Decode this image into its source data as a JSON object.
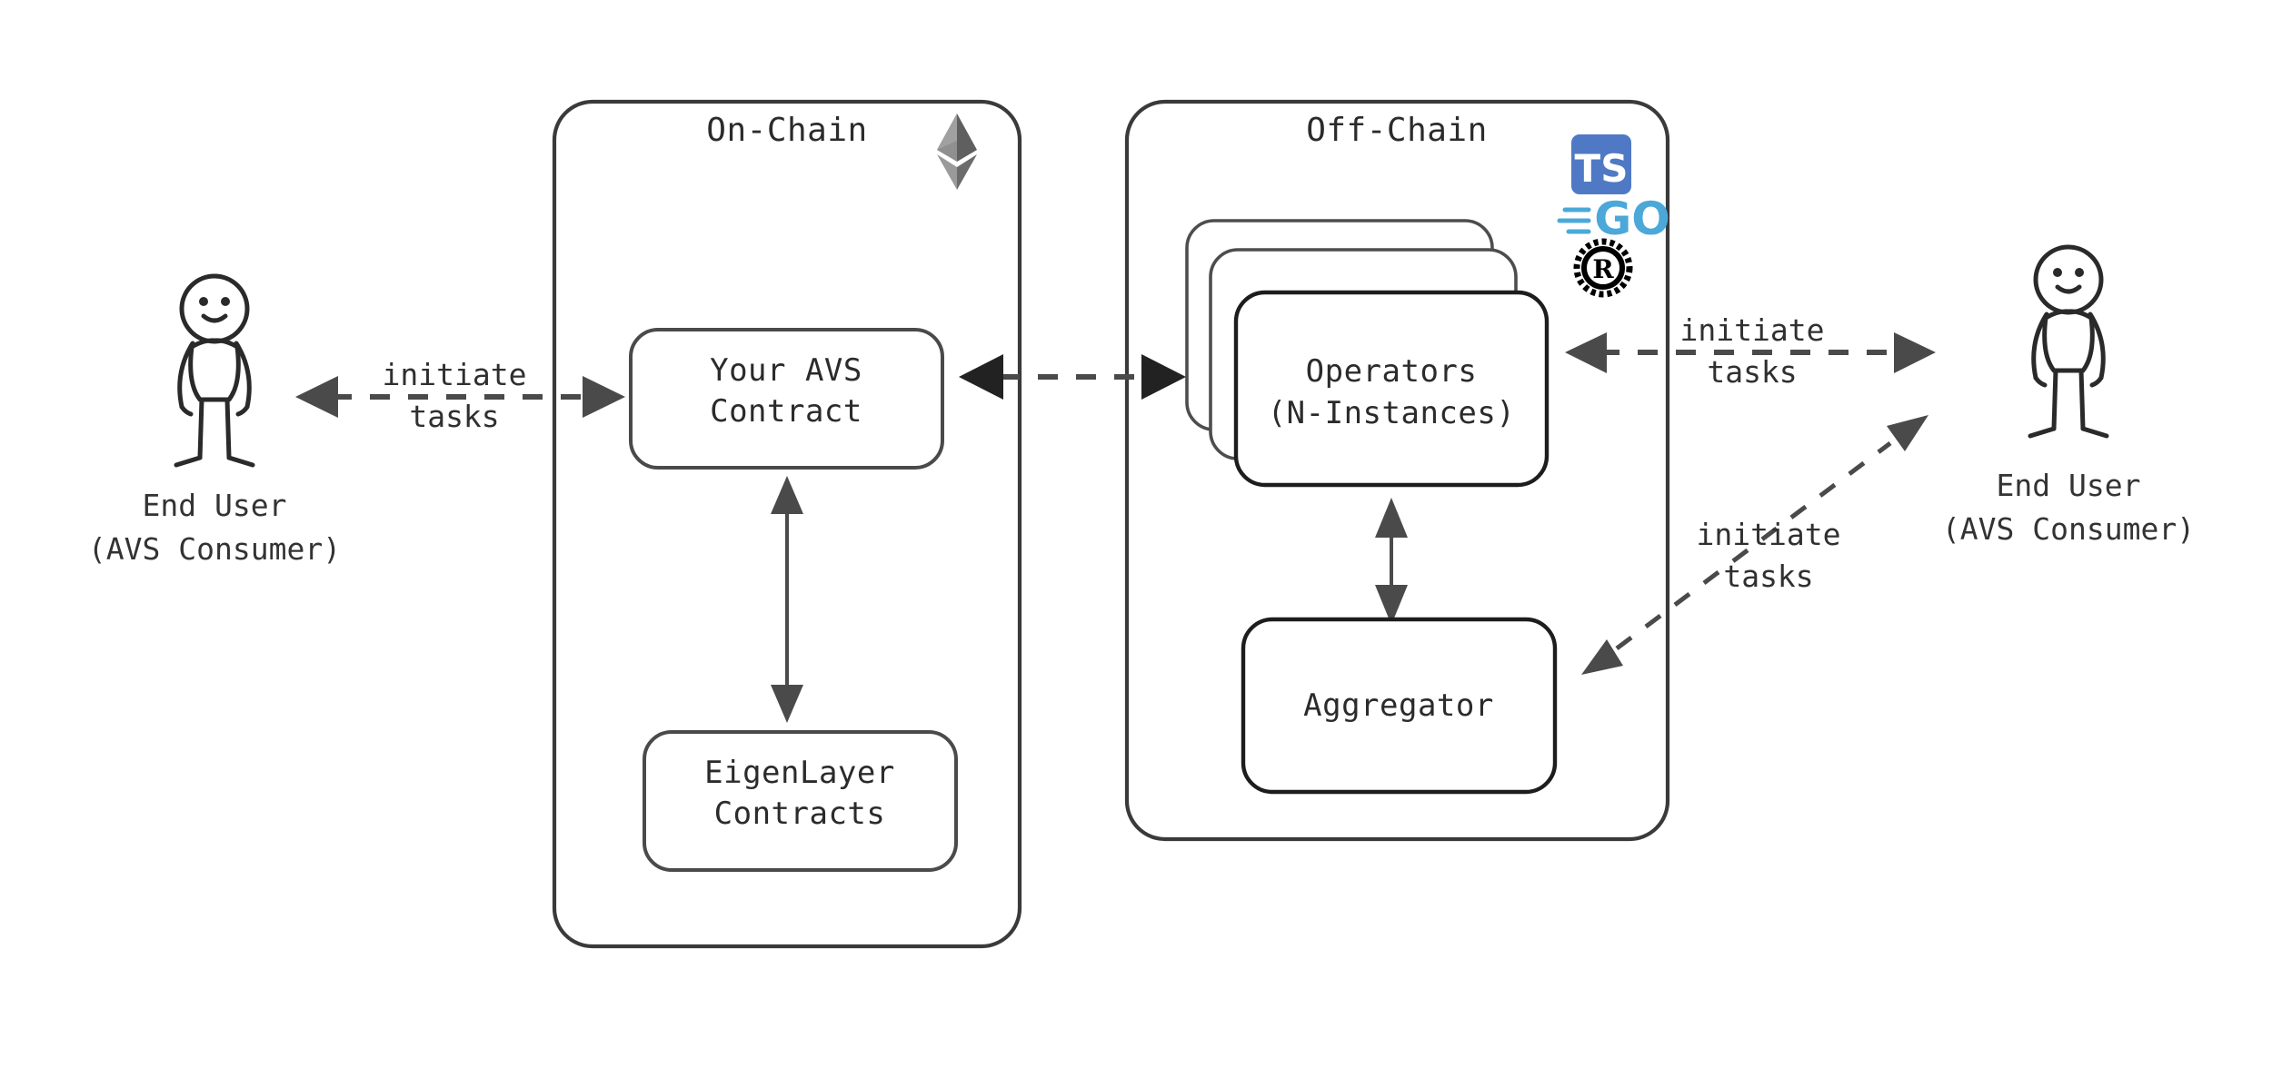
{
  "diagram": {
    "title_on_chain": "On-Chain",
    "title_off_chain": "Off-Chain",
    "containers": [
      {
        "id": "on-chain",
        "label": "On-Chain",
        "tech_icons": [
          "ethereum-icon"
        ]
      },
      {
        "id": "off-chain",
        "label": "Off-Chain",
        "tech_icons": [
          "typescript-icon",
          "go-icon",
          "rust-icon"
        ]
      }
    ],
    "nodes": [
      {
        "id": "your-avs-contract",
        "line1": "Your AVS",
        "line2": "Contract",
        "parent": "on-chain"
      },
      {
        "id": "eigenlayer-contracts",
        "line1": "EigenLayer",
        "line2": "Contracts",
        "parent": "on-chain"
      },
      {
        "id": "operators",
        "line1": "Operators",
        "line2": "(N-Instances)",
        "parent": "off-chain",
        "stacked": true,
        "stack_count": 3
      },
      {
        "id": "aggregator",
        "line1": "Aggregator",
        "line2": "",
        "parent": "off-chain"
      }
    ],
    "actors": [
      {
        "id": "end-user-left",
        "line1": "End User",
        "line2": "(AVS Consumer)"
      },
      {
        "id": "end-user-right",
        "line1": "End User",
        "line2": "(AVS Consumer)"
      }
    ],
    "edges": [
      {
        "id": "left-user-to-avs",
        "line1": "initiate",
        "line2": "tasks",
        "style": "dashed",
        "direction": "bidirectional"
      },
      {
        "id": "avs-to-operators",
        "line1": "",
        "line2": "",
        "style": "dashed",
        "direction": "bidirectional"
      },
      {
        "id": "avs-to-eigenlayer",
        "line1": "",
        "line2": "",
        "style": "solid",
        "direction": "bidirectional"
      },
      {
        "id": "operators-to-aggregator",
        "line1": "",
        "line2": "",
        "style": "solid",
        "direction": "bidirectional"
      },
      {
        "id": "right-user-to-operators",
        "line1": "initiate",
        "line2": "tasks",
        "style": "dashed",
        "direction": "bidirectional"
      },
      {
        "id": "right-user-to-aggregator",
        "line1": "initiate",
        "line2": "tasks",
        "style": "dashed",
        "direction": "bidirectional"
      }
    ],
    "tech_logos": {
      "typescript": {
        "name": "TS",
        "bg_color": "#4F79C4",
        "fg_color": "#ffffff"
      },
      "go": {
        "name": "GO",
        "color": "#4BA8D8"
      },
      "rust": {
        "name": "R",
        "color": "#000000"
      },
      "ethereum": {
        "name": "ethereum-diamond",
        "color_light": "#8c8c8c",
        "color_mid": "#6e6e6e",
        "color_dark": "#4a4a4a"
      }
    },
    "colors": {
      "stroke": "#3a3a3a",
      "text": "#2b2b2b",
      "background": "#ffffff",
      "arrow": "#4a4a4a"
    }
  }
}
